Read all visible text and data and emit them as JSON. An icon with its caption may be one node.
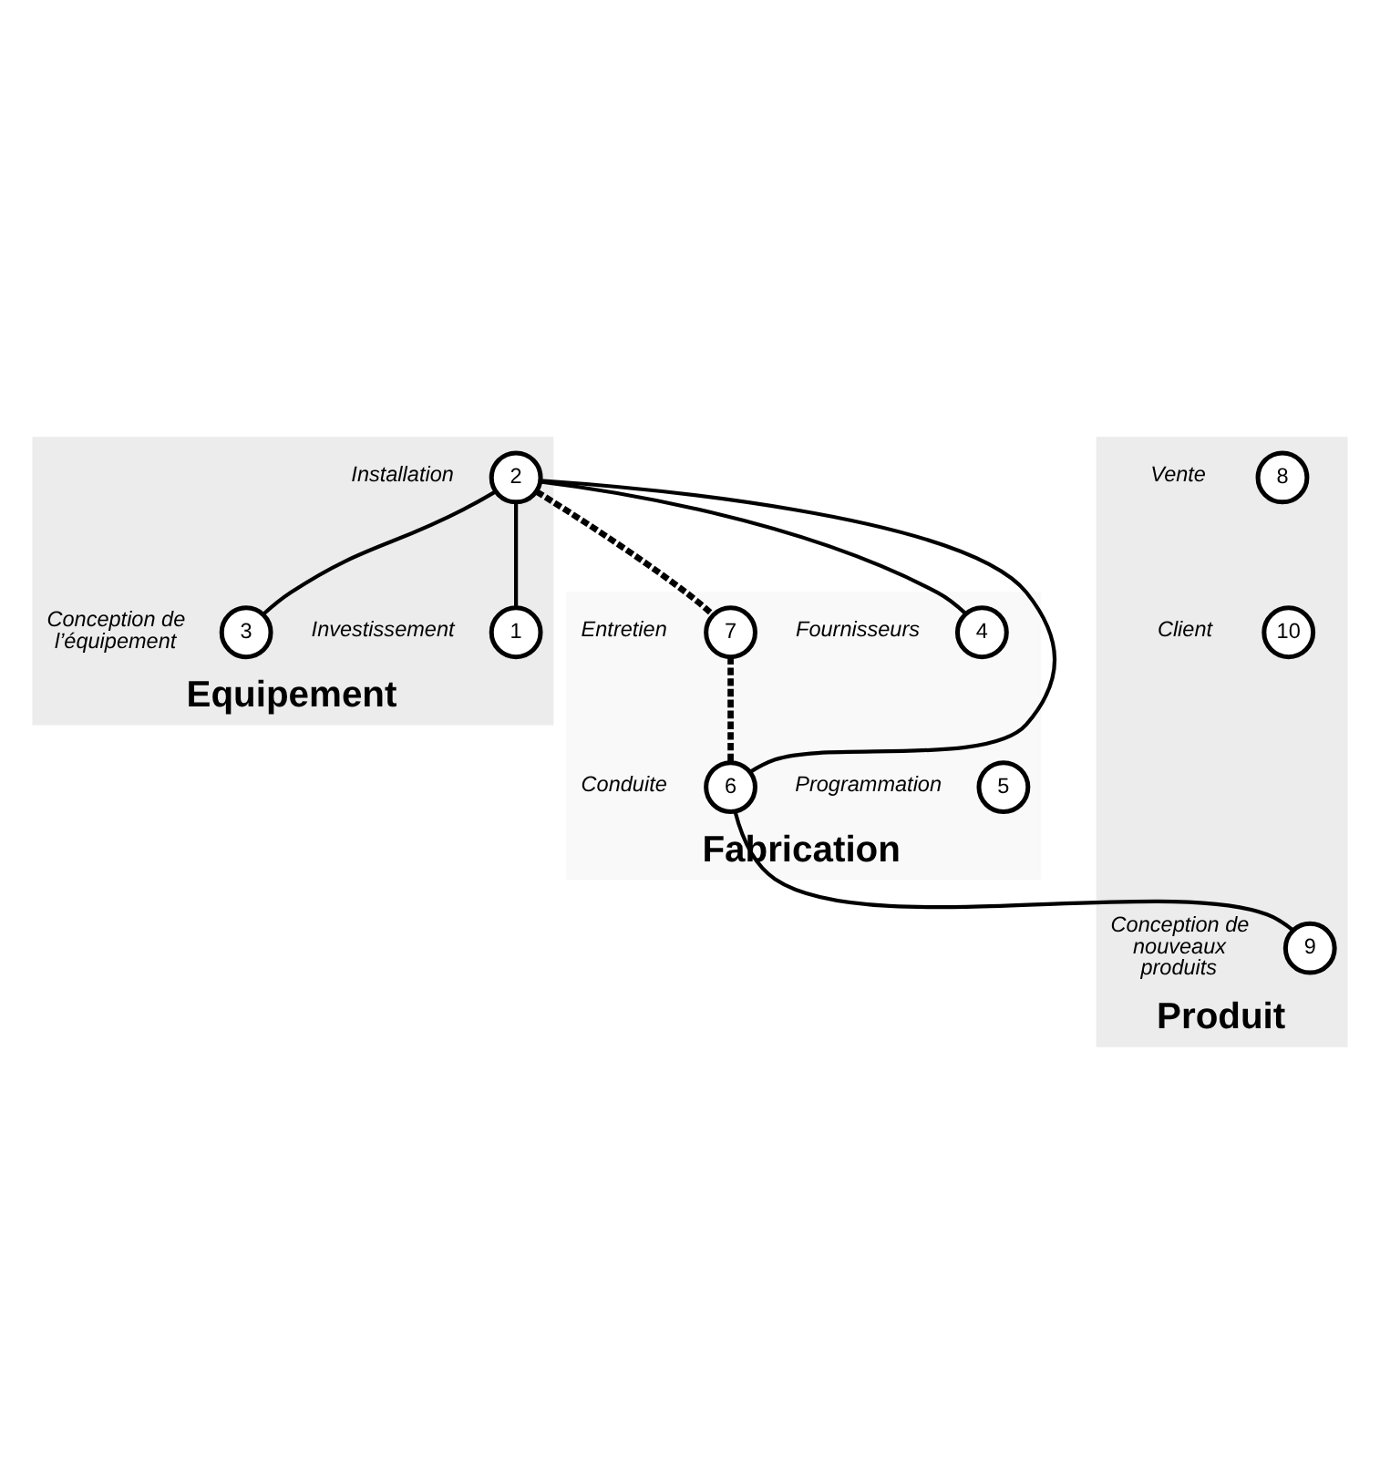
{
  "diagram": {
    "nodes": [
      {
        "text": [
          "Equipement"
        ]
      },
      {
        "text": [
          "Fabrication"
        ]
      },
      {
        "text": [
          "Produit"
        ]
      },
      {
        "text": [
          "4"
        ],
        "beside": [
          "Fournisseurs"
        ],
        "in": 1
      },
      {
        "text": [
          "7"
        ],
        "beside": [
          "Entretien"
        ],
        "in": 1
      },
      {
        "text": [
          "2"
        ],
        "beside": [
          "Installation"
        ],
        "in": 0
      },
      {
        "text": [
          "8"
        ],
        "beside": [
          "Vente"
        ],
        "in": 2
      },
      {
        "text": [
          "1"
        ],
        "beside": [
          "Investissement"
        ],
        "in": 0
      },
      {
        "text": [
          "10"
        ],
        "beside": [
          "Client"
        ],
        "in": 2
      },
      {
        "text": [
          "3"
        ],
        "beside": [
          "Conception de l’équipement"
        ],
        "in": 0
      },
      {
        "text": [
          "9"
        ],
        "beside": [
          "Conception de nouveaux produits"
        ],
        "in": 2
      },
      {
        "text": [
          "5"
        ],
        "beside": [
          "Programmation"
        ],
        "in": 1
      },
      {
        "text": [
          "6"
        ],
        "beside": [
          "Conduite"
        ],
        "in": 1
      }
    ],
    "edges": [
      {
        "from": 5,
        "to": 3,
        "arrow": "none"
      },
      {
        "from": 5,
        "to": 4,
        "arrow": "none",
        "style": "dashed"
      },
      {
        "from": 4,
        "to": 12,
        "arrow": "none",
        "style": "dashed"
      },
      {
        "from": 5,
        "to": 7,
        "arrow": "none"
      },
      {
        "from": 5,
        "to": 9,
        "arrow": "none"
      },
      {
        "from": 5,
        "to": 12,
        "arrow": "none"
      },
      {
        "from": 12,
        "to": 10,
        "arrow": "none"
      }
    ]
  }
}
